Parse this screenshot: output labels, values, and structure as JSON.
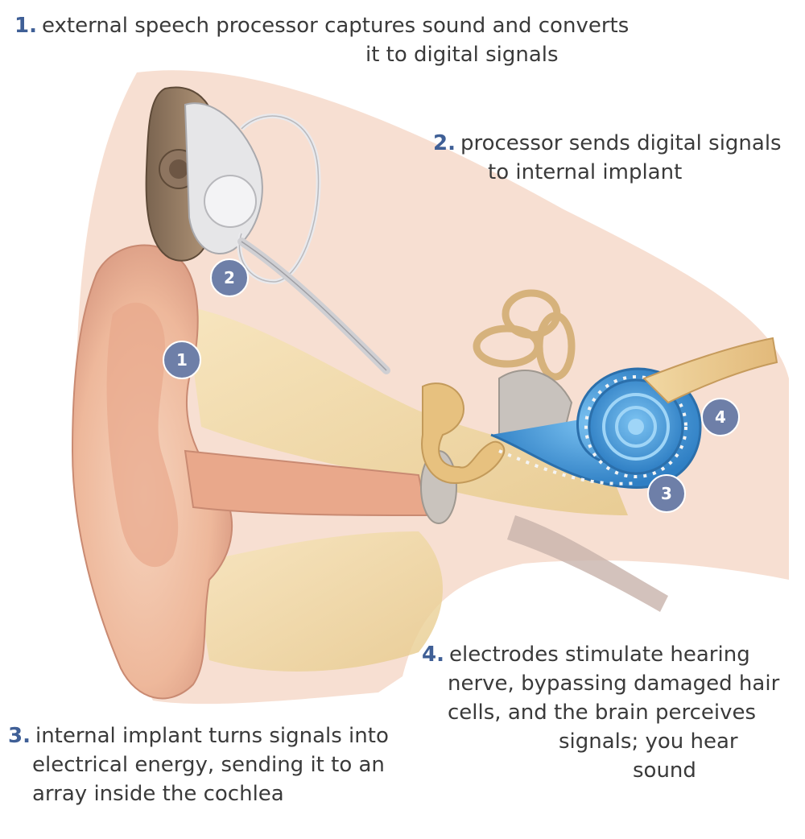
{
  "steps": [
    {
      "number": "1.",
      "lines": [
        "external speech processor captures sound and converts",
        "it to digital signals"
      ]
    },
    {
      "number": "2.",
      "lines": [
        "processor sends digital signals",
        "to internal implant"
      ]
    },
    {
      "number": "3.",
      "lines": [
        "internal implant turns signals into",
        "electrical energy,  sending it to an",
        "array inside the cochlea"
      ]
    },
    {
      "number": "4.",
      "lines": [
        "electrodes stimulate hearing",
        "nerve, bypassing damaged hair",
        "cells, and the brain perceives",
        "signals; you hear",
        "sound"
      ]
    }
  ],
  "markers": [
    "1",
    "2",
    "3",
    "4"
  ],
  "colors": {
    "skin": "#f2c2a6",
    "skin_shadow": "#d99a82",
    "bone": "#f3dca4",
    "cochlea": "#3f97d9",
    "marker": "#6e7fa8",
    "number_text": "#3f5f96"
  }
}
